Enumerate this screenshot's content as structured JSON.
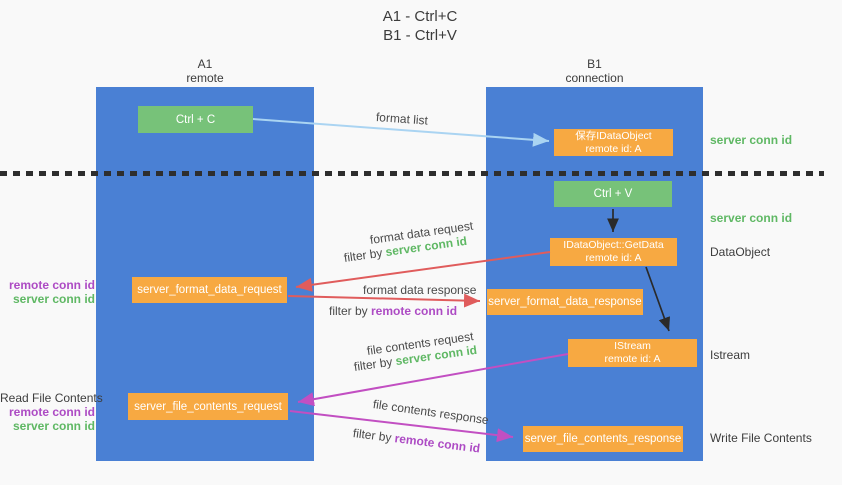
{
  "title": {
    "line1": "A1 - Ctrl+C",
    "line2": "B1 - Ctrl+V"
  },
  "colors": {
    "lifeline_blue": "#4a80d4",
    "node_orange": "#f7a942",
    "node_green": "#77c279",
    "green_text": "#5fb864",
    "purple_text": "#ad4bc4",
    "red_arrow": "#e05c5c",
    "magenta_arrow": "#c24fc2",
    "lightblue_arrow": "#aad4f2",
    "black_arrow": "#2a2a2a",
    "background": "#f9f9f9"
  },
  "columns": {
    "left": {
      "title": "A1",
      "subtitle": "remote"
    },
    "right": {
      "title": "B1",
      "subtitle": "connection"
    }
  },
  "nodes": {
    "ctrl_c": {
      "label": "Ctrl + C"
    },
    "ctrl_v": {
      "label": "Ctrl + V"
    },
    "save_dataobject": {
      "line1": "保存IDataObject",
      "line2": "remote id: A"
    },
    "getdata": {
      "line1": "IDataObject::GetData",
      "line2": "remote id: A"
    },
    "istream": {
      "line1": "IStream",
      "line2": "remote id: A"
    },
    "format_request": {
      "label": "server_format_data_request"
    },
    "format_response": {
      "label": "server_format_data_response"
    },
    "file_request": {
      "label": "server_file_contents_request"
    },
    "file_response": {
      "label": "server_file_contents_response"
    }
  },
  "flow_labels": {
    "format_list": "format list",
    "format_data_request": "format data request",
    "format_data_response": "format data response",
    "file_contents_request": "file contents request",
    "file_contents_response": "file contents response",
    "filter_by": "filter by ",
    "server_conn_id": "server conn id",
    "remote_conn_id": "remote conn id"
  },
  "side_labels": {
    "left_top": {
      "remote_conn_id": "remote conn id",
      "server_conn_id": "server conn id"
    },
    "left_bottom": {
      "title": "Read File Contents",
      "remote_conn_id": "remote conn id",
      "server_conn_id": "server conn id"
    },
    "right": {
      "server_conn_id_top": "server conn id",
      "server_conn_id_mid": "server conn id",
      "dataobject": "DataObject",
      "istream": "Istream",
      "write_file_contents": "Write File Contents"
    }
  }
}
